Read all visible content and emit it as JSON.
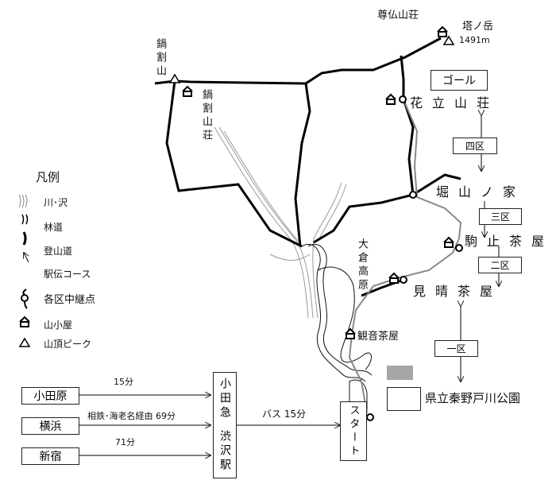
{
  "peaks": {
    "tonodake": {
      "name": "塔ノ岳",
      "elevation": "1491m",
      "hut": "尊仏山荘"
    },
    "nabewari": {
      "name": "鍋割山",
      "hut": "鍋割山荘"
    }
  },
  "checkpoints": [
    "花立山荘",
    "堀山ノ家",
    "駒止茶屋",
    "見晴茶屋"
  ],
  "goal": "ゴール",
  "start": "スタート",
  "sections": [
    "一区",
    "二区",
    "三区",
    "四区"
  ],
  "places": {
    "okura": "大倉高原",
    "kannon": "観音茶屋",
    "park": "県立秦野戸川公園"
  },
  "legend": {
    "title": "凡例",
    "items": [
      "川･沢",
      "林道",
      "登山道",
      "駅伝コース",
      "各区中継点",
      "山小屋",
      "山頂ピーク"
    ]
  },
  "access": {
    "origins": [
      "小田原",
      "横浜",
      "新宿"
    ],
    "times": [
      "15分",
      "相鉄･海老名経由 69分",
      "71分"
    ],
    "station": "小田急渋沢駅",
    "station_top": "小田急",
    "station_bottom": "渋沢駅",
    "bus": "バス 15分"
  },
  "colors": {
    "park_fill": "#a6a6a6",
    "route": "#000000",
    "river": "#888888"
  }
}
